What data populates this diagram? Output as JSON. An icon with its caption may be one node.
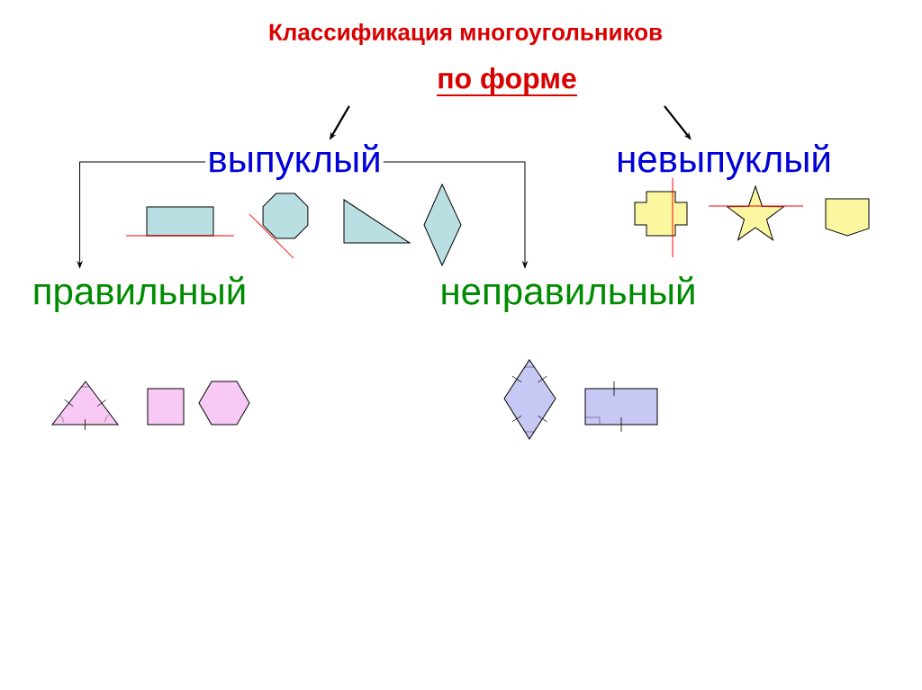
{
  "diagram": {
    "title": "Классификация многоугольников",
    "nodes": [
      {
        "text": [
          "по форме"
        ]
      },
      {
        "text": [
          "выпуклый"
        ]
      },
      {
        "text": [
          "невыпуклый"
        ]
      },
      {
        "text": [
          "правильный"
        ]
      },
      {
        "text": [
          "неправильный"
        ]
      }
    ],
    "edges": [
      {
        "from": null,
        "to": 1,
        "arrow": "to"
      },
      {
        "from": null,
        "to": 2,
        "arrow": "to"
      },
      {
        "from": 1,
        "to": 3,
        "arrow": "to"
      },
      {
        "from": 1,
        "to": 4,
        "arrow": "to"
      }
    ]
  }
}
